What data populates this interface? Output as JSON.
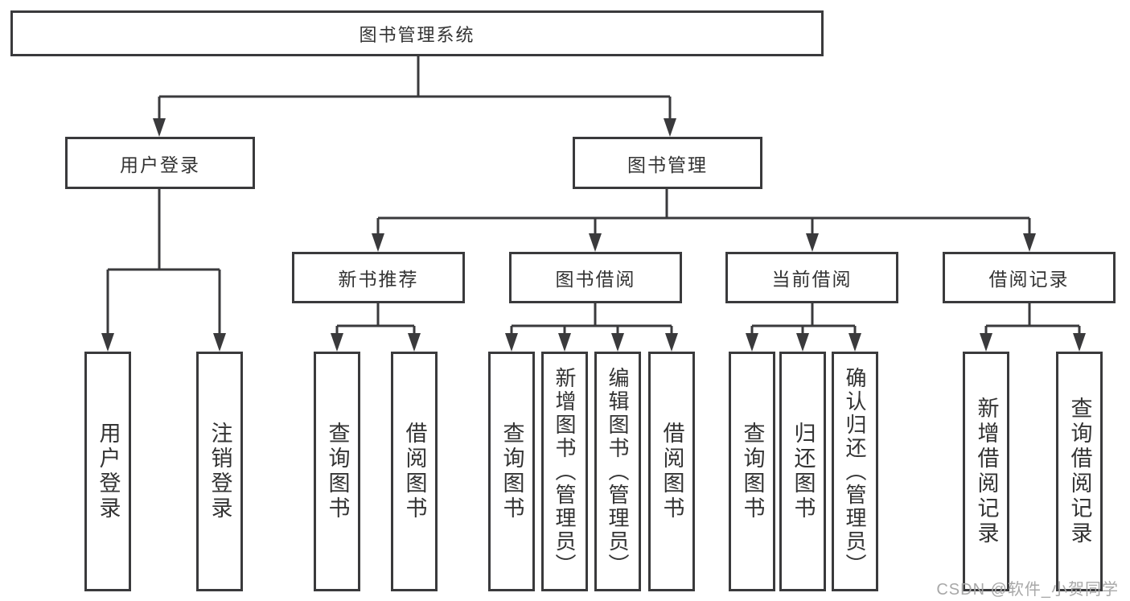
{
  "diagram": {
    "title": "图书管理系统",
    "level2": [
      {
        "label": "用户登录",
        "parent": "图书管理系统"
      },
      {
        "label": "图书管理",
        "parent": "图书管理系统"
      }
    ],
    "level3": [
      {
        "label": "新书推荐",
        "parent": "图书管理"
      },
      {
        "label": "图书借阅",
        "parent": "图书管理"
      },
      {
        "label": "当前借阅",
        "parent": "图书管理"
      },
      {
        "label": "借阅记录",
        "parent": "图书管理"
      }
    ],
    "leaves": [
      {
        "label": "用户登录",
        "parent": "用户登录"
      },
      {
        "label": "注销登录",
        "parent": "用户登录"
      },
      {
        "label": "查询图书",
        "parent": "新书推荐"
      },
      {
        "label": "借阅图书",
        "parent": "新书推荐"
      },
      {
        "label": "查询图书",
        "parent": "图书借阅"
      },
      {
        "label": "新增图书（管理员）",
        "parent": "图书借阅"
      },
      {
        "label": "编辑图书（管理员）",
        "parent": "图书借阅"
      },
      {
        "label": "借阅图书",
        "parent": "图书借阅"
      },
      {
        "label": "查询图书",
        "parent": "当前借阅"
      },
      {
        "label": "归还图书",
        "parent": "当前借阅"
      },
      {
        "label": "确认归还（管理员）",
        "parent": "当前借阅"
      },
      {
        "label": "新增借阅记录",
        "parent": "借阅记录"
      },
      {
        "label": "查询借阅记录",
        "parent": "借阅记录"
      }
    ]
  },
  "watermark": {
    "text": "CSDN @软件_小贺同学"
  },
  "colors": {
    "line": "#3a3a3c",
    "text": "#333333",
    "watermark": "#a8a8a8",
    "background": "#ffffff"
  }
}
